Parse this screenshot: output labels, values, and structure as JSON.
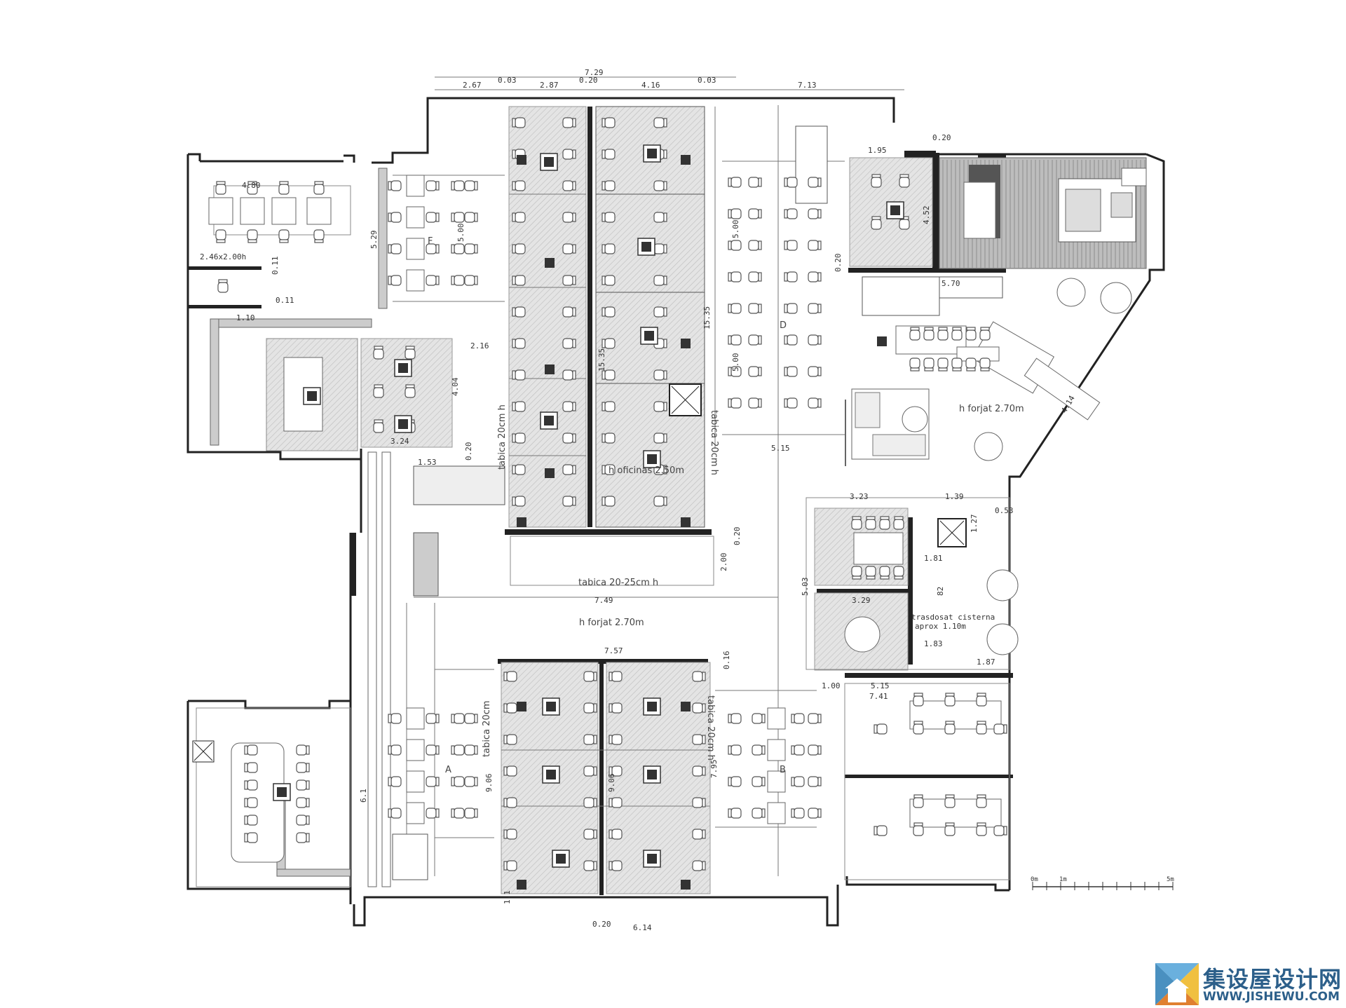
{
  "dimensions": {
    "top_total": "7.29",
    "top_2_67": "2.67",
    "top_0_03a": "0.03",
    "top_2_87": "2.87",
    "top_0_20": "0.20",
    "top_4_16": "4.16",
    "top_0_03b": "0.03",
    "top_7_13": "7.13",
    "right_0_20": "0.20",
    "right_1_95": "1.95",
    "left_4_80": "4.80",
    "left_2_46": "2.46x2.00h",
    "left_0_11": "0.11",
    "left_0_11b": "0.11",
    "left_1_10": "1.10",
    "left_5_29": "5.29",
    "f_5_00": "5.00",
    "mid_2_16": "2.16",
    "mid_4_04": "4.04",
    "mid_3_24": "3.24",
    "mid_1_53": "1.53",
    "mid_0_20": "0.20",
    "core_15_35": "15.35",
    "core_15_35b": "15.35",
    "d_5_00": "5.00",
    "d_5_00b": "5.00",
    "d_5_15": "5.15",
    "ne_5_70": "5.70",
    "ne_0_20": "0.20",
    "ne_4_52": "4.52",
    "ne_4_14": "4.14",
    "s_0_20": "0.20",
    "s_2_00": "2.00",
    "s_7_49": "7.49",
    "s_7_57": "7.57",
    "s_0_16": "0.16",
    "s_9_06": "9.06",
    "s_9_06b": "9.06",
    "s_7_95": "7.95",
    "s_6_14": "6.14",
    "s_0_20b": "0.20",
    "s_1_1": "1.1",
    "w_6_1": "6.1",
    "e_3_23": "3.23",
    "e_1_39": "1.39",
    "e_0_53": "0.53",
    "e_1_27": "1.27",
    "e_1_81": "1.81",
    "e_5_03": "5.03",
    "e_3_29": "3.29",
    "e_82": "82",
    "e_1_83": "1.83",
    "e_1_87": "1.87",
    "e_1_00": "1.00",
    "e_5_15": "5.15",
    "e_7_41": "7.41"
  },
  "labels": {
    "tabica_20cm_h": "tabica 20cm h",
    "tabica_20cm_h2": "tabica 20cm h",
    "h_oficinas": "h oficinas 2.50m",
    "tabica_20_25": "tabica 20-25cm h",
    "h_forjat_center": "h forjat 2.70m",
    "h_forjat_ne": "h forjat 2.70m",
    "tabica_20cm": "tabica 20cm",
    "tabica_20cm_h3": "tabica 20cm h",
    "zone_f": "F",
    "zone_a": "A",
    "zone_b": "B",
    "zone_d": "D",
    "cisterna_1": "trasdosat cisterna",
    "cisterna_2": "aprox 1.10m"
  },
  "scale": {
    "zero": "0m",
    "one": "1m",
    "five": "5m"
  },
  "watermark": {
    "chinese": "集设屋设计网",
    "url": "WWW.JISHEWU.COM"
  },
  "colors": {
    "wall": "#222222",
    "hatch": "#bdbdbd",
    "watermark": "#2c5f8a"
  }
}
